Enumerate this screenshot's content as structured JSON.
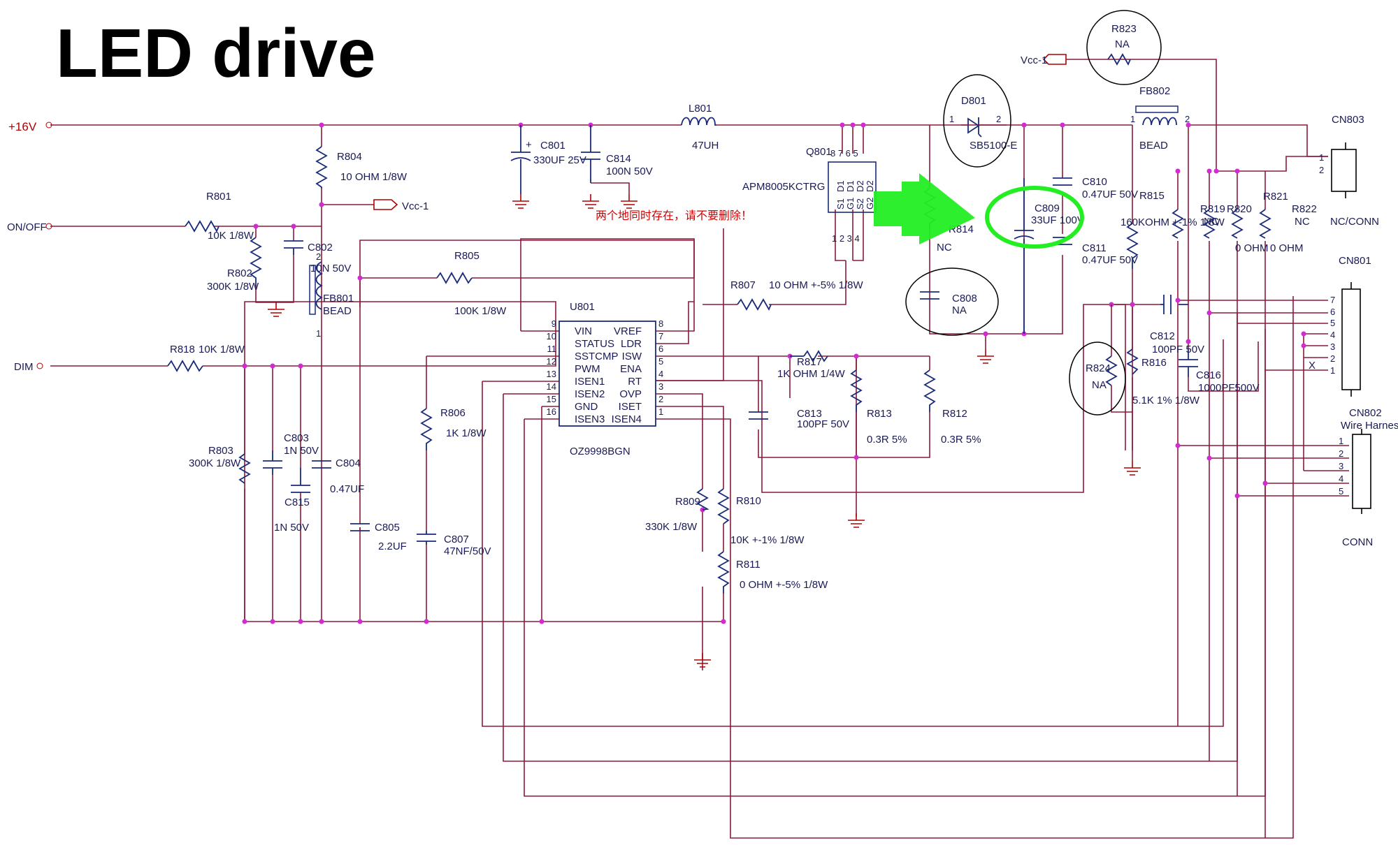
{
  "title": "LED drive",
  "nets": {
    "v16": "+16V",
    "onoff": "ON/OFF",
    "dim": "DIM",
    "vcc1": "Vcc-1"
  },
  "note": "两个地同时存在，请不要删除！",
  "ic": {
    "ref": "U801",
    "part": "OZ9998BGN",
    "left_pins": [
      {
        "num": "9",
        "name": "VIN"
      },
      {
        "num": "10",
        "name": "STATUS"
      },
      {
        "num": "11",
        "name": "SSTCMP"
      },
      {
        "num": "12",
        "name": "PWM"
      },
      {
        "num": "13",
        "name": "ISEN1"
      },
      {
        "num": "14",
        "name": "ISEN2"
      },
      {
        "num": "15",
        "name": "GND"
      },
      {
        "num": "16",
        "name": "ISEN3"
      }
    ],
    "right_pins": [
      {
        "num": "8",
        "name": "VREF"
      },
      {
        "num": "7",
        "name": "LDR"
      },
      {
        "num": "6",
        "name": "ISW"
      },
      {
        "num": "5",
        "name": "ENA"
      },
      {
        "num": "4",
        "name": "RT"
      },
      {
        "num": "3",
        "name": "OVP"
      },
      {
        "num": "2",
        "name": "ISET"
      },
      {
        "num": "1",
        "name": "ISEN4"
      }
    ]
  },
  "mosfet": {
    "ref": "Q801",
    "part": "APM8005KCTRG",
    "top_pins": "8 7 6 5",
    "bottom_pins": "1 2 3 4",
    "labels": [
      "D1",
      "D1",
      "D2",
      "D2",
      "S1",
      "G1",
      "S2",
      "G2"
    ]
  },
  "parts": {
    "r804": {
      "ref": "R804",
      "val": "10 OHM 1/8W"
    },
    "r801": {
      "ref": "R801",
      "val": "10K 1/8W"
    },
    "r802": {
      "ref": "R802",
      "val": "300K 1/8W"
    },
    "c802": {
      "ref": "C802",
      "val": "10N 50V"
    },
    "fb801": {
      "ref": "FB801",
      "val": "BEAD",
      "pin1": "1",
      "pin2": "2"
    },
    "r818": {
      "ref": "R818",
      "val": "10K 1/8W"
    },
    "r803": {
      "ref": "R803",
      "val": "300K 1/8W"
    },
    "c803": {
      "ref": "C803",
      "val": "1N 50V"
    },
    "c815": {
      "ref": "C815",
      "val": "1N 50V"
    },
    "c804": {
      "ref": "C804",
      "val": "0.47UF"
    },
    "c805": {
      "ref": "C805",
      "val": "2.2UF"
    },
    "r805": {
      "ref": "R805",
      "val": "100K 1/8W"
    },
    "r806": {
      "ref": "R806",
      "val": "1K 1/8W"
    },
    "c807": {
      "ref": "C807",
      "val": "47NF/50V"
    },
    "c801": {
      "ref": "C801",
      "val": "330UF 25V",
      "plus": "+"
    },
    "c814": {
      "ref": "C814",
      "val": "100N 50V"
    },
    "l801": {
      "ref": "L801",
      "val": "47UH"
    },
    "r807": {
      "ref": "R807",
      "val": "10 OHM +-5% 1/8W"
    },
    "r817": {
      "ref": "R817",
      "val": "1K OHM 1/4W"
    },
    "c813": {
      "ref": "C813",
      "val": "100PF 50V"
    },
    "r813": {
      "ref": "R813",
      "val": "0.3R 5%"
    },
    "r812": {
      "ref": "R812",
      "val": "0.3R 5%"
    },
    "r809": {
      "ref": "R809",
      "val": "330K 1/8W"
    },
    "r810": {
      "ref": "R810",
      "val": "10K +-1% 1/8W"
    },
    "r811": {
      "ref": "R811",
      "val": "0 OHM +-5% 1/8W"
    },
    "d801": {
      "ref": "D801",
      "val": "SB5100-E",
      "pin1": "1",
      "pin2": "2"
    },
    "r814": {
      "ref": "R814",
      "val": "NC"
    },
    "c808": {
      "ref": "C808",
      "val": "NA"
    },
    "c809": {
      "ref": "C809",
      "val": "33UF 100V"
    },
    "c810": {
      "ref": "C810",
      "val": "0.47UF 50V"
    },
    "c811": {
      "ref": "C811",
      "val": "0.47UF 50V"
    },
    "r823": {
      "ref": "R823",
      "val": "NA"
    },
    "fb802": {
      "ref": "FB802",
      "val": "BEAD",
      "pin1": "1",
      "pin2": "2"
    },
    "r815": {
      "ref": "R815",
      "val": "160KOHM +-1% 1/8W"
    },
    "r819": {
      "ref": "R819",
      "val": "NC"
    },
    "r820": {
      "ref": "R820",
      "val": "0 OHM"
    },
    "r821": {
      "ref": "R821",
      "val": "0 OHM"
    },
    "r822": {
      "ref": "R822",
      "val": "NC"
    },
    "c812": {
      "ref": "C812",
      "val": "100PF 50V"
    },
    "r816": {
      "ref": "R816",
      "val": "5.1K 1% 1/8W"
    },
    "c816": {
      "ref": "C816",
      "val": "1000PF500V"
    },
    "r824": {
      "ref": "R824",
      "val": "NA"
    }
  },
  "connectors": {
    "cn803": {
      "ref": "CN803",
      "val": "NC/CONN",
      "pins": [
        "1",
        "2"
      ]
    },
    "cn801": {
      "ref": "CN801",
      "pins": [
        "7",
        "6",
        "5",
        "4",
        "3",
        "2",
        "1"
      ],
      "mark": "X"
    },
    "cn802": {
      "ref": "CN802",
      "val": "Wire Harness",
      "footer": "CONN",
      "pins": [
        "1",
        "2",
        "3",
        "4",
        "5"
      ]
    }
  },
  "colors": {
    "wire": "#8a1a3a",
    "component": "#1a2b7a",
    "junction": "#d12bd1",
    "net_label": "#b00000",
    "arrow": "#22ee22",
    "highlight_ring": "#22ee22"
  }
}
